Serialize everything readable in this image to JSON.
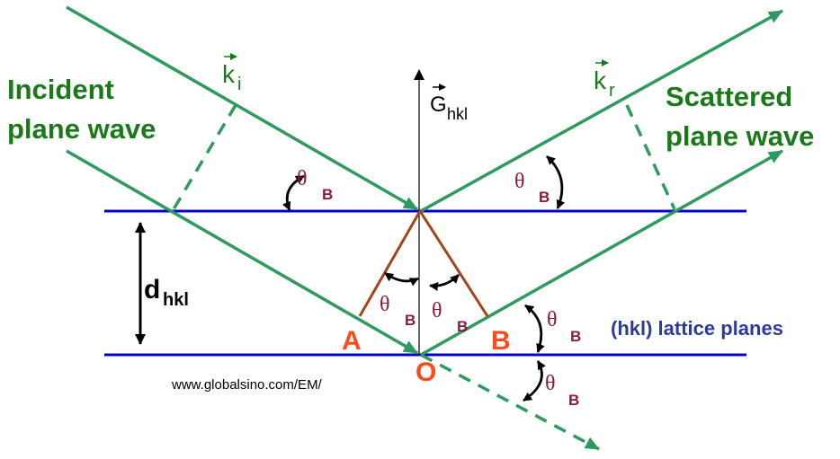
{
  "labels": {
    "incident_line1": "Incident",
    "incident_line2": "plane wave",
    "scattered_line1": "Scattered",
    "scattered_line2": "plane wave",
    "ki_main": "k",
    "ki_sub": "i",
    "kr_main": "k",
    "kr_sub": "r",
    "g_main": "G",
    "g_sub": "hkl",
    "d_main": "d",
    "d_sub": "hkl",
    "theta": "θ",
    "theta_sub": "B",
    "point_a": "A",
    "point_b": "B",
    "point_o": "O",
    "planes": "(hkl) lattice planes",
    "website": "www.globalsino.com/EM/"
  },
  "colors": {
    "ray": "#2e9a5e",
    "plane": "#0000cc",
    "construction": "#a0461a",
    "text_green": "#1a7a1a",
    "text_theta": "#8b1a3a",
    "text_points": "#ff4a1a",
    "text_planes": "#2e3a9a"
  }
}
